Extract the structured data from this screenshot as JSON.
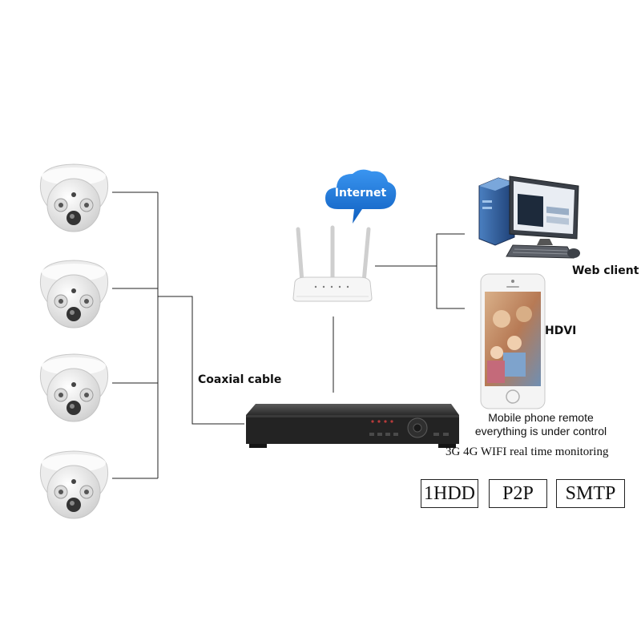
{
  "labels": {
    "internet": "Internet",
    "coaxial_cable": "Coaxial cable",
    "web_client": "Web client",
    "hdvi": "HDVI",
    "mobile_line1": "Mobile phone remote",
    "mobile_line2": "everything is under control",
    "monitoring": "3G  4G WIFI  real  time monitoring"
  },
  "features": [
    "1HDD",
    "P2P",
    "SMTP"
  ],
  "colors": {
    "cloud_blue": "#1a73d9",
    "wire": "#222222",
    "dvr_body": "#2a2a2a",
    "camera_white": "#f2f2f2"
  }
}
